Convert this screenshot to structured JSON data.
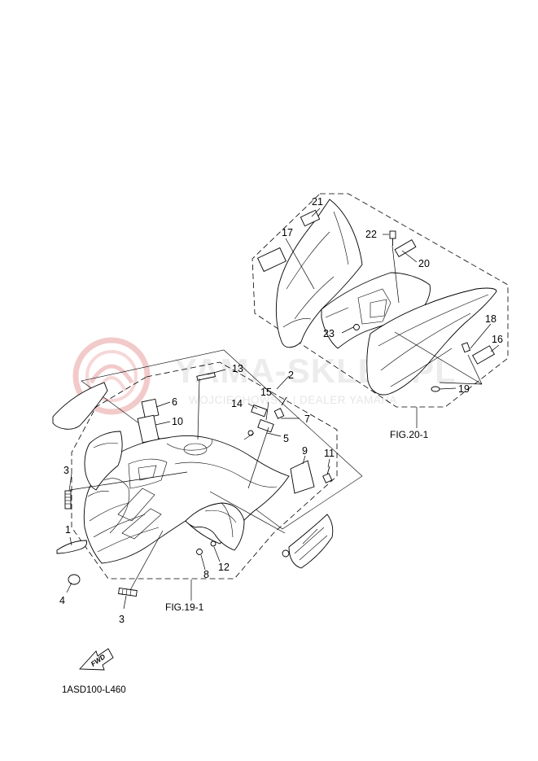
{
  "watermark": {
    "brand": "YAMA-SKLEP.PL",
    "tagline": "WOJCIECHOWSKI | DEALER YAMAHA",
    "logo": "yamaha-tuning-fork-logo",
    "color": "#e8a0a0"
  },
  "figures": {
    "fig19": "FIG.19-1",
    "fig20": "FIG.20-1"
  },
  "callouts": {
    "c1": "1",
    "c2": "2",
    "c3a": "3",
    "c3b": "3",
    "c4": "4",
    "c5": "5",
    "c6": "6",
    "c7": "7",
    "c8": "8",
    "c9": "9",
    "c10": "10",
    "c11": "11",
    "c12": "12",
    "c13": "13",
    "c14": "14",
    "c15": "15",
    "c16": "16",
    "c17": "17",
    "c18": "18",
    "c19": "19",
    "c20": "20",
    "c21": "21",
    "c22": "22",
    "c23": "23"
  },
  "fwd": {
    "label": "FWD",
    "icon": "forward-arrow-icon"
  },
  "diagram_code": "1ASD100-L460"
}
